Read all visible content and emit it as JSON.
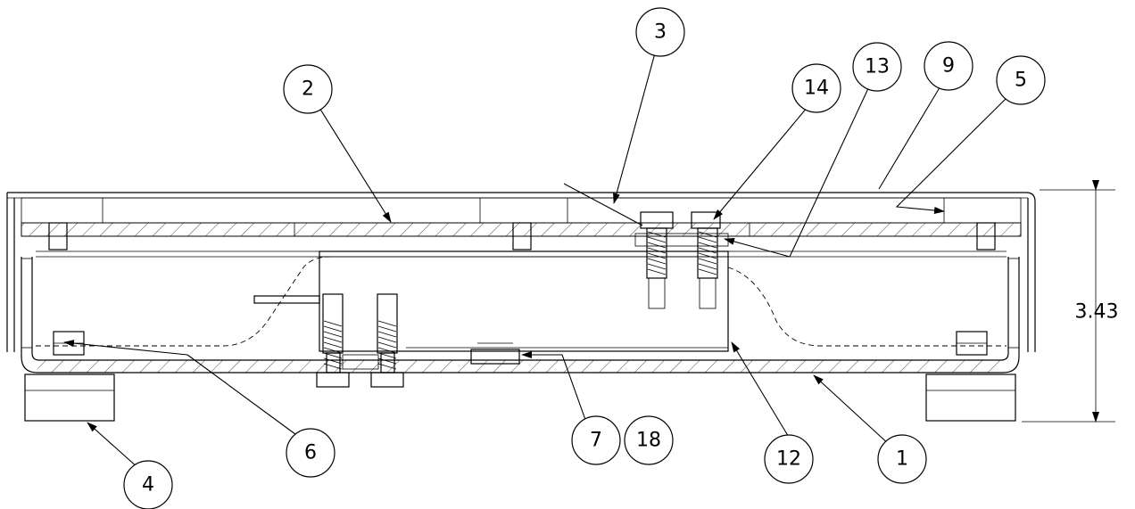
{
  "balloons": {
    "b1": "1",
    "b2": "2",
    "b3": "3",
    "b4": "4",
    "b5": "5",
    "b6": "6",
    "b7": "7",
    "b9": "9",
    "b12": "12",
    "b13": "13",
    "b14": "14",
    "b18": "18"
  },
  "dimension": {
    "height": "3.43"
  }
}
